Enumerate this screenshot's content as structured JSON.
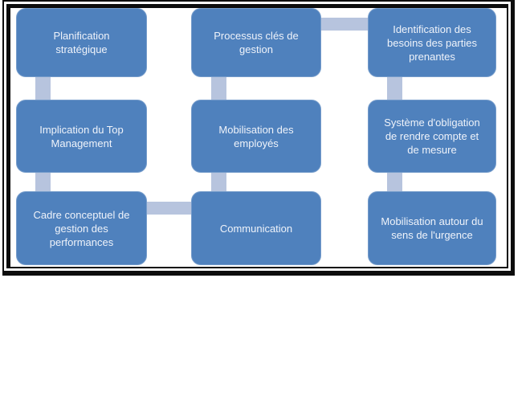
{
  "figure": {
    "boxes": [
      {
        "label": "Planification stratégique"
      },
      {
        "label": "Processus clés de gestion"
      },
      {
        "label": "Identification des besoins des parties prenantes"
      },
      {
        "label": "Implication du Top Management"
      },
      {
        "label": "Mobilisation des employés"
      },
      {
        "label": "Système d'obligation de rendre compte et de mesure"
      },
      {
        "label": "Cadre conceptuel de gestion des performances"
      },
      {
        "label": "Communication"
      },
      {
        "label": "Mobilisation autour du sens de l'urgence"
      }
    ],
    "connections": [
      {
        "from": "Planification stratégique",
        "to": "Implication du Top Management",
        "type": "vertical"
      },
      {
        "from": "Implication du Top Management",
        "to": "Cadre conceptuel de gestion des performances",
        "type": "vertical"
      },
      {
        "from": "Cadre conceptuel de gestion des performances",
        "to": "Communication",
        "type": "horizontal"
      },
      {
        "from": "Communication",
        "to": "Mobilisation des employés",
        "type": "vertical"
      },
      {
        "from": "Mobilisation des employés",
        "to": "Processus clés de gestion",
        "type": "vertical"
      },
      {
        "from": "Processus clés de gestion",
        "to": "Identification des besoins des parties prenantes",
        "type": "horizontal"
      },
      {
        "from": "Identification des besoins des parties prenantes",
        "to": "Système d'obligation de rendre compte et de mesure",
        "type": "vertical"
      },
      {
        "from": "Système d'obligation de rendre compte et de mesure",
        "to": "Mobilisation autour du sens de l'urgence",
        "type": "vertical"
      }
    ],
    "colors": {
      "box_fill": "#4F81BD",
      "box_text": "#EFF3FA",
      "connector": "#B7C4DE",
      "frame": "#0D0D0D",
      "background": "#FFFFFF"
    }
  }
}
